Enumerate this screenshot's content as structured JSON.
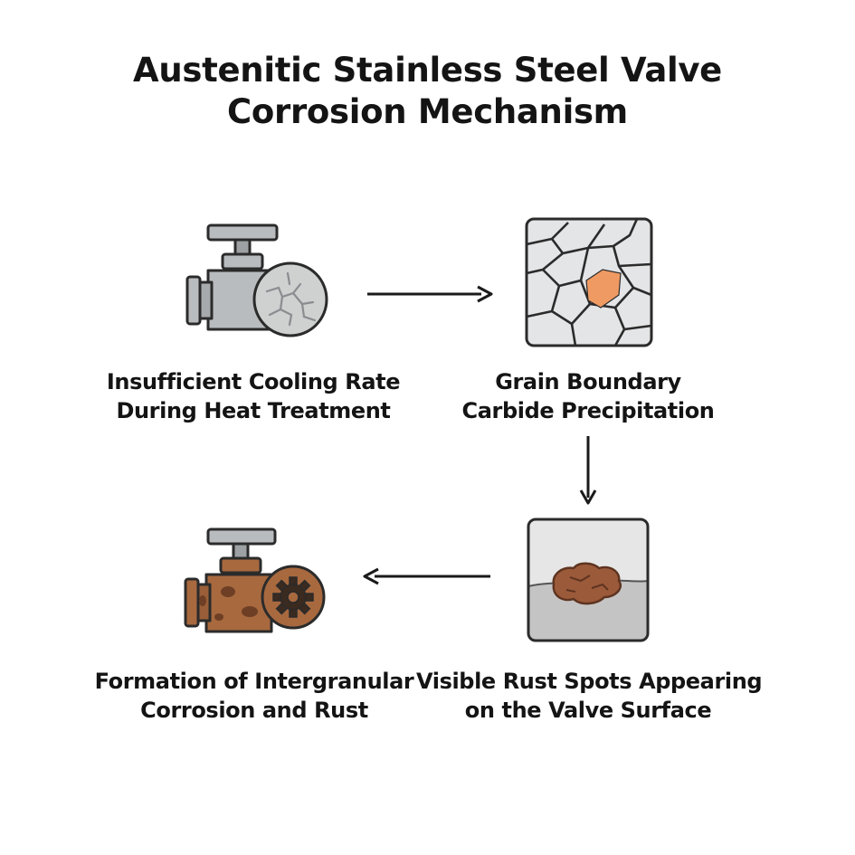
{
  "title": {
    "line1": "Austenitic Stainless Steel Valve",
    "line2": "Corrosion Mechanism"
  },
  "steps": [
    {
      "icon": "cracked-valve-icon",
      "caption_line1": "Insufficient Cooling Rate",
      "caption_line2": "During Heat Treatment"
    },
    {
      "icon": "grain-boundary-icon",
      "caption_line1": "Grain Boundary",
      "caption_line2": "Carbide Precipitation"
    },
    {
      "icon": "rust-spot-surface-icon",
      "caption_line1": "Visible Rust Spots Appearing",
      "caption_line2": "on the Valve Surface"
    },
    {
      "icon": "rusted-valve-icon",
      "caption_line1": "Formation of Intergranular",
      "caption_line2": "Corrosion and Rust"
    }
  ],
  "colors": {
    "steel": "#b9bcbf",
    "steel_dark": "#8f9397",
    "outline": "#2b2b2b",
    "carbide": "#ef9a63",
    "rust": "#9b5a3a",
    "rust_dark": "#5e3420",
    "valve_rust": "#a8693f"
  }
}
